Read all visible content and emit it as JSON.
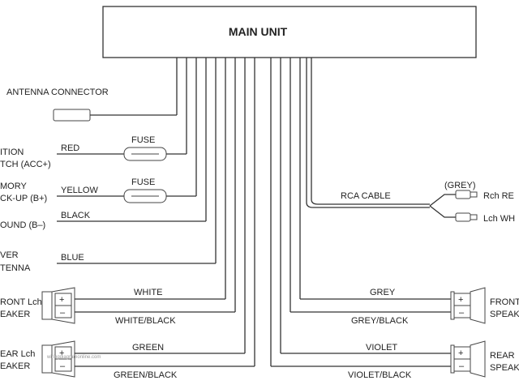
{
  "main_unit": {
    "label": "MAIN UNIT"
  },
  "antenna": {
    "label": "ANTENNA CONNECTOR"
  },
  "ignition": {
    "label_line1": "ITION",
    "label_line2": "TCH (ACC+)",
    "wire_color": "RED",
    "fuse_label": "FUSE"
  },
  "memory": {
    "label_line1": "MORY",
    "label_line2": "CK-UP (B+)",
    "wire_color": "YELLOW",
    "fuse_label": "FUSE"
  },
  "ground": {
    "label": "OUND (B–)",
    "wire_color": "BLACK"
  },
  "power_antenna": {
    "label_line1": "VER",
    "label_line2": "TENNA",
    "wire_color": "BLUE"
  },
  "front_left": {
    "label_line1": "RONT Lch",
    "label_line2": "EAKER",
    "plus_wire": "WHITE",
    "minus_wire": "WHITE/BLACK"
  },
  "rear_left": {
    "label_line1": "EAR Lch",
    "label_line2": "EAKER",
    "plus_wire": "GREEN",
    "minus_wire": "GREEN/BLACK"
  },
  "rca": {
    "cable_label": "RCA CABLE",
    "grey_label": "(GREY)",
    "rch_label": "Rch RE",
    "lch_label": "Lch WH"
  },
  "front_right": {
    "label_line1": "FRONT",
    "label_line2": "SPEAK",
    "plus_wire": "GREY",
    "minus_wire": "GREY/BLACK"
  },
  "rear_right": {
    "label_line1": "REAR",
    "label_line2": "SPEAK",
    "plus_wire": "VIOLET",
    "minus_wire": "VIOLET/BLACK"
  },
  "speaker_symbols": {
    "plus": "+",
    "minus": "–"
  },
  "watermark": "wiringdiagramonline.com"
}
